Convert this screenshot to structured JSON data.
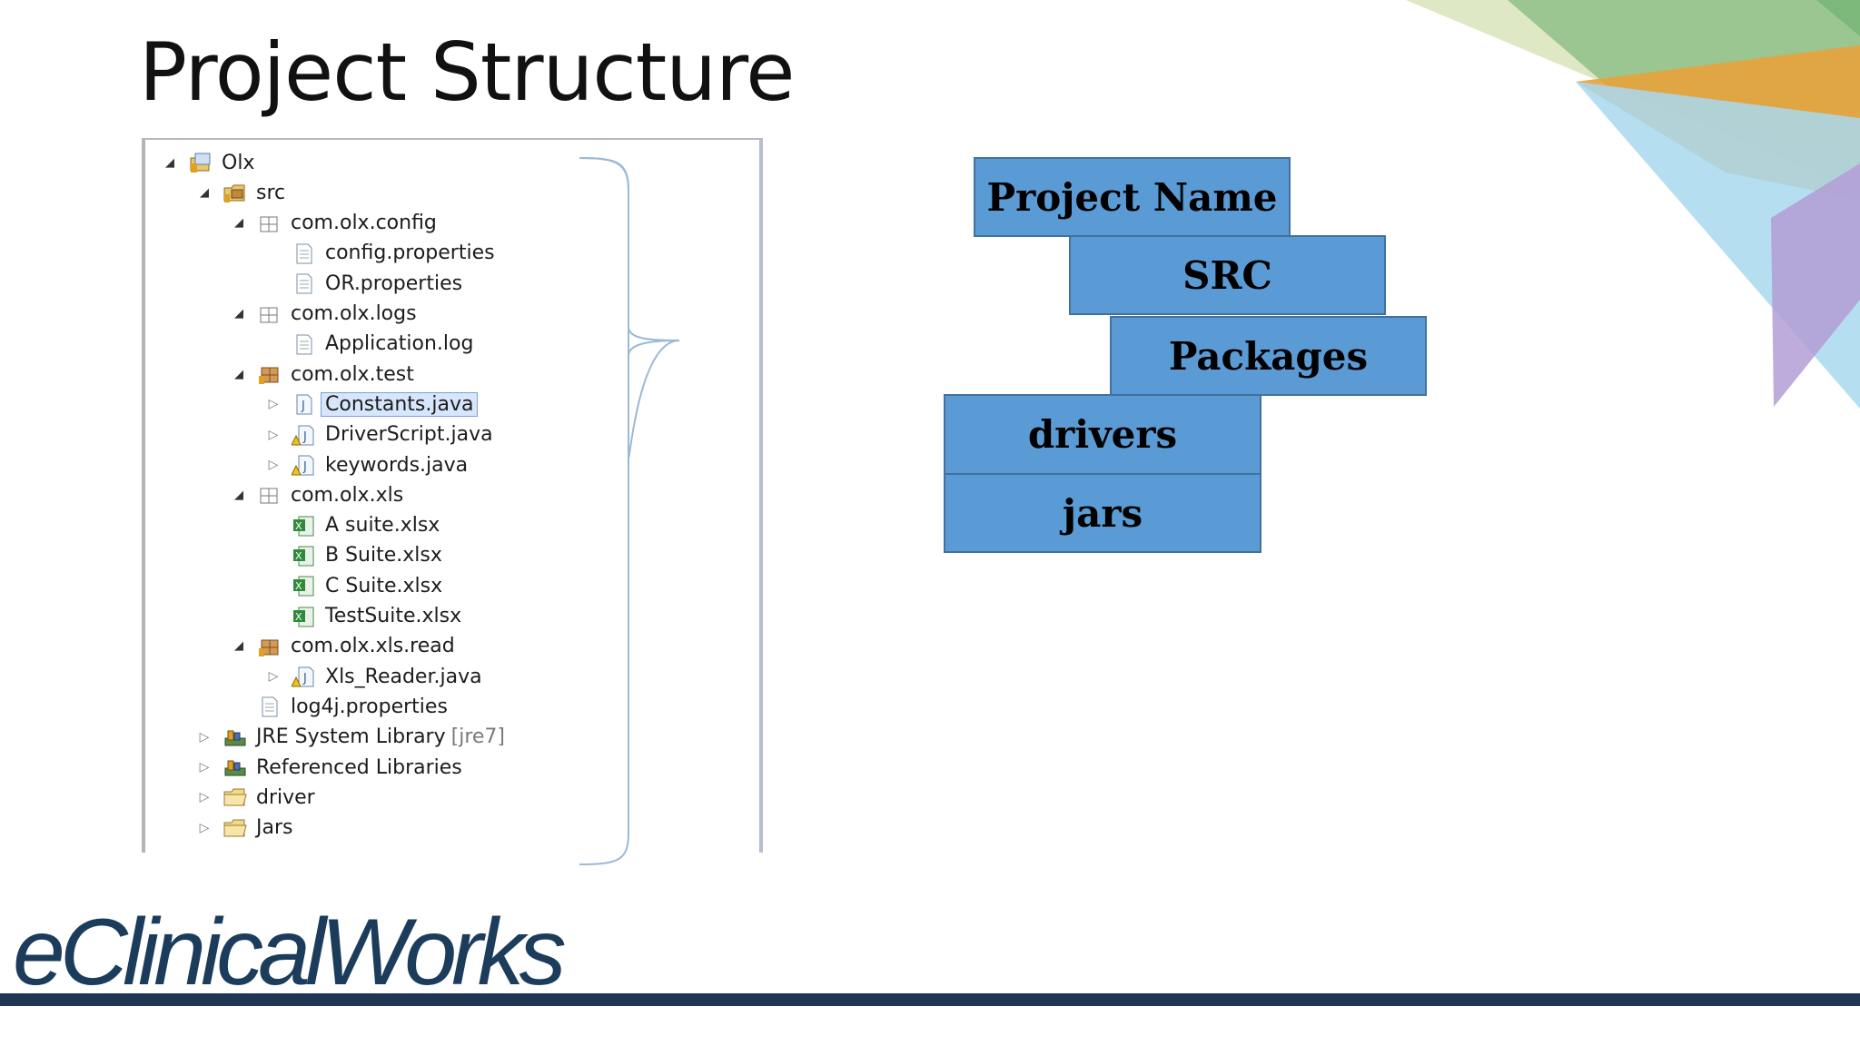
{
  "slide": {
    "title": "Project Structure",
    "logo": "eClinicalWorks"
  },
  "tree": [
    {
      "label": "Olx",
      "depth": 0,
      "arrow": "open",
      "icon": "project-icon"
    },
    {
      "label": "src",
      "depth": 1,
      "arrow": "open",
      "icon": "source-folder-icon"
    },
    {
      "label": "com.olx.config",
      "depth": 2,
      "arrow": "open",
      "icon": "package-empty-icon"
    },
    {
      "label": "config.properties",
      "depth": 3,
      "arrow": "none",
      "icon": "file-icon"
    },
    {
      "label": "OR.properties",
      "depth": 3,
      "arrow": "none",
      "icon": "file-icon"
    },
    {
      "label": "com.olx.logs",
      "depth": 2,
      "arrow": "open",
      "icon": "package-empty-icon"
    },
    {
      "label": "Application.log",
      "depth": 3,
      "arrow": "none",
      "icon": "file-icon"
    },
    {
      "label": "com.olx.test",
      "depth": 2,
      "arrow": "open",
      "icon": "package-icon"
    },
    {
      "label": "Constants.java",
      "depth": 3,
      "arrow": "closed",
      "icon": "java-file-icon",
      "selected": true
    },
    {
      "label": "DriverScript.java",
      "depth": 3,
      "arrow": "closed",
      "icon": "java-file-warning-icon"
    },
    {
      "label": "keywords.java",
      "depth": 3,
      "arrow": "closed",
      "icon": "java-file-warning-icon"
    },
    {
      "label": "com.olx.xls",
      "depth": 2,
      "arrow": "open",
      "icon": "package-empty-icon"
    },
    {
      "label": "A suite.xlsx",
      "depth": 3,
      "arrow": "none",
      "icon": "excel-file-icon"
    },
    {
      "label": "B Suite.xlsx",
      "depth": 3,
      "arrow": "none",
      "icon": "excel-file-icon"
    },
    {
      "label": "C Suite.xlsx",
      "depth": 3,
      "arrow": "none",
      "icon": "excel-file-icon"
    },
    {
      "label": "TestSuite.xlsx",
      "depth": 3,
      "arrow": "none",
      "icon": "excel-file-icon"
    },
    {
      "label": "com.olx.xls.read",
      "depth": 2,
      "arrow": "open",
      "icon": "package-icon"
    },
    {
      "label": "Xls_Reader.java",
      "depth": 3,
      "arrow": "closed",
      "icon": "java-file-warning-icon"
    },
    {
      "label": "log4j.properties",
      "depth": 2,
      "arrow": "none",
      "icon": "file-icon"
    },
    {
      "label": "JRE System Library",
      "suffix": "[jre7]",
      "depth": 1,
      "arrow": "closed",
      "icon": "library-icon"
    },
    {
      "label": "Referenced Libraries",
      "depth": 1,
      "arrow": "closed",
      "icon": "library-icon"
    },
    {
      "label": "driver",
      "depth": 1,
      "arrow": "closed",
      "icon": "folder-icon"
    },
    {
      "label": "Jars",
      "depth": 1,
      "arrow": "closed",
      "icon": "folder-icon"
    }
  ],
  "blocks": {
    "project_name": "Project Name",
    "src": "SRC",
    "packages": "Packages",
    "drivers": "drivers",
    "jars": "jars"
  },
  "colors": {
    "block_fill": "#5b9bd5",
    "block_border": "#41719c",
    "logo": "#1c3c5c",
    "bottom_bar": "#1f3652"
  }
}
